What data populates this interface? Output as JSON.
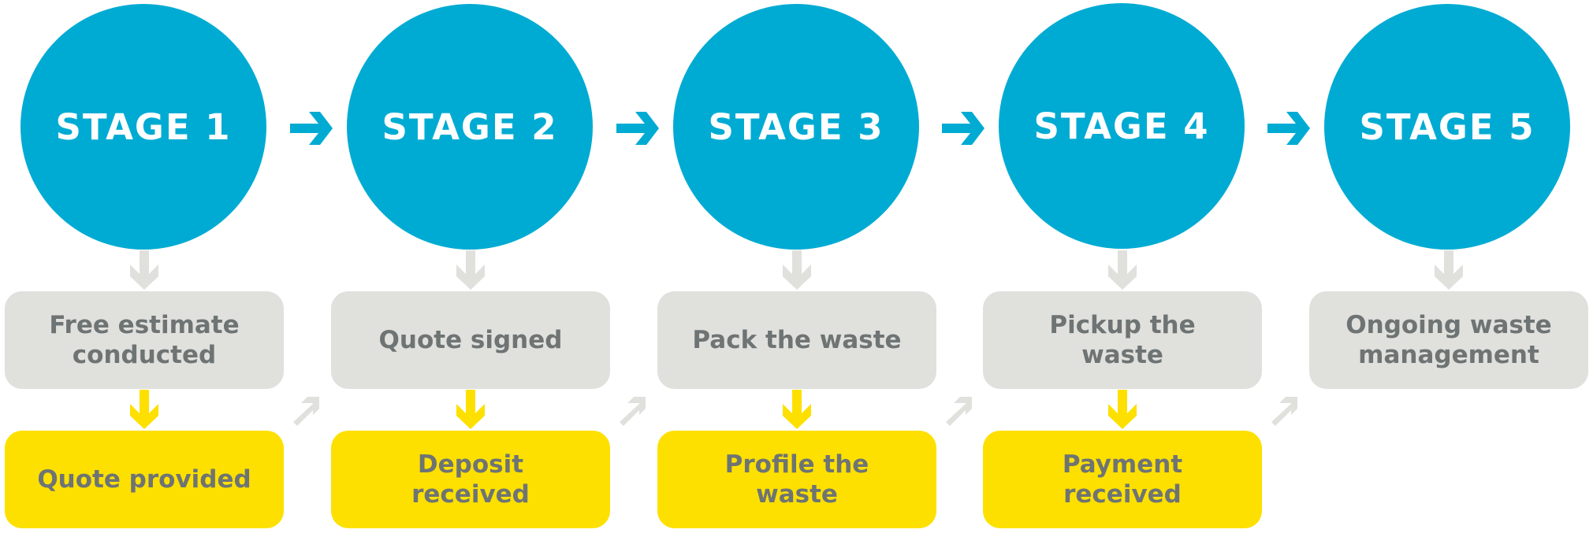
{
  "colors": {
    "stage_circle": "#00abd3",
    "stage_text": "#ffffff",
    "step_box": "#e0e0dd",
    "result_box": "#fde000",
    "box_text": "#6e7474",
    "arrow_gray": "#e0e0dd",
    "arrow_yellow": "#fde000",
    "arrow_blue": "#00abd3"
  },
  "stages": [
    {
      "label": "STAGE 1",
      "step": "Free estimate conducted",
      "result": "Quote provided"
    },
    {
      "label": "STAGE 2",
      "step": "Quote signed",
      "result": "Deposit received"
    },
    {
      "label": "STAGE 3",
      "step": "Pack the waste",
      "result": "Profile the waste"
    },
    {
      "label": "STAGE 4",
      "step": "Pickup the waste",
      "result": "Payment received"
    },
    {
      "label": "STAGE 5",
      "step": "Ongoing waste management",
      "result": ""
    }
  ]
}
